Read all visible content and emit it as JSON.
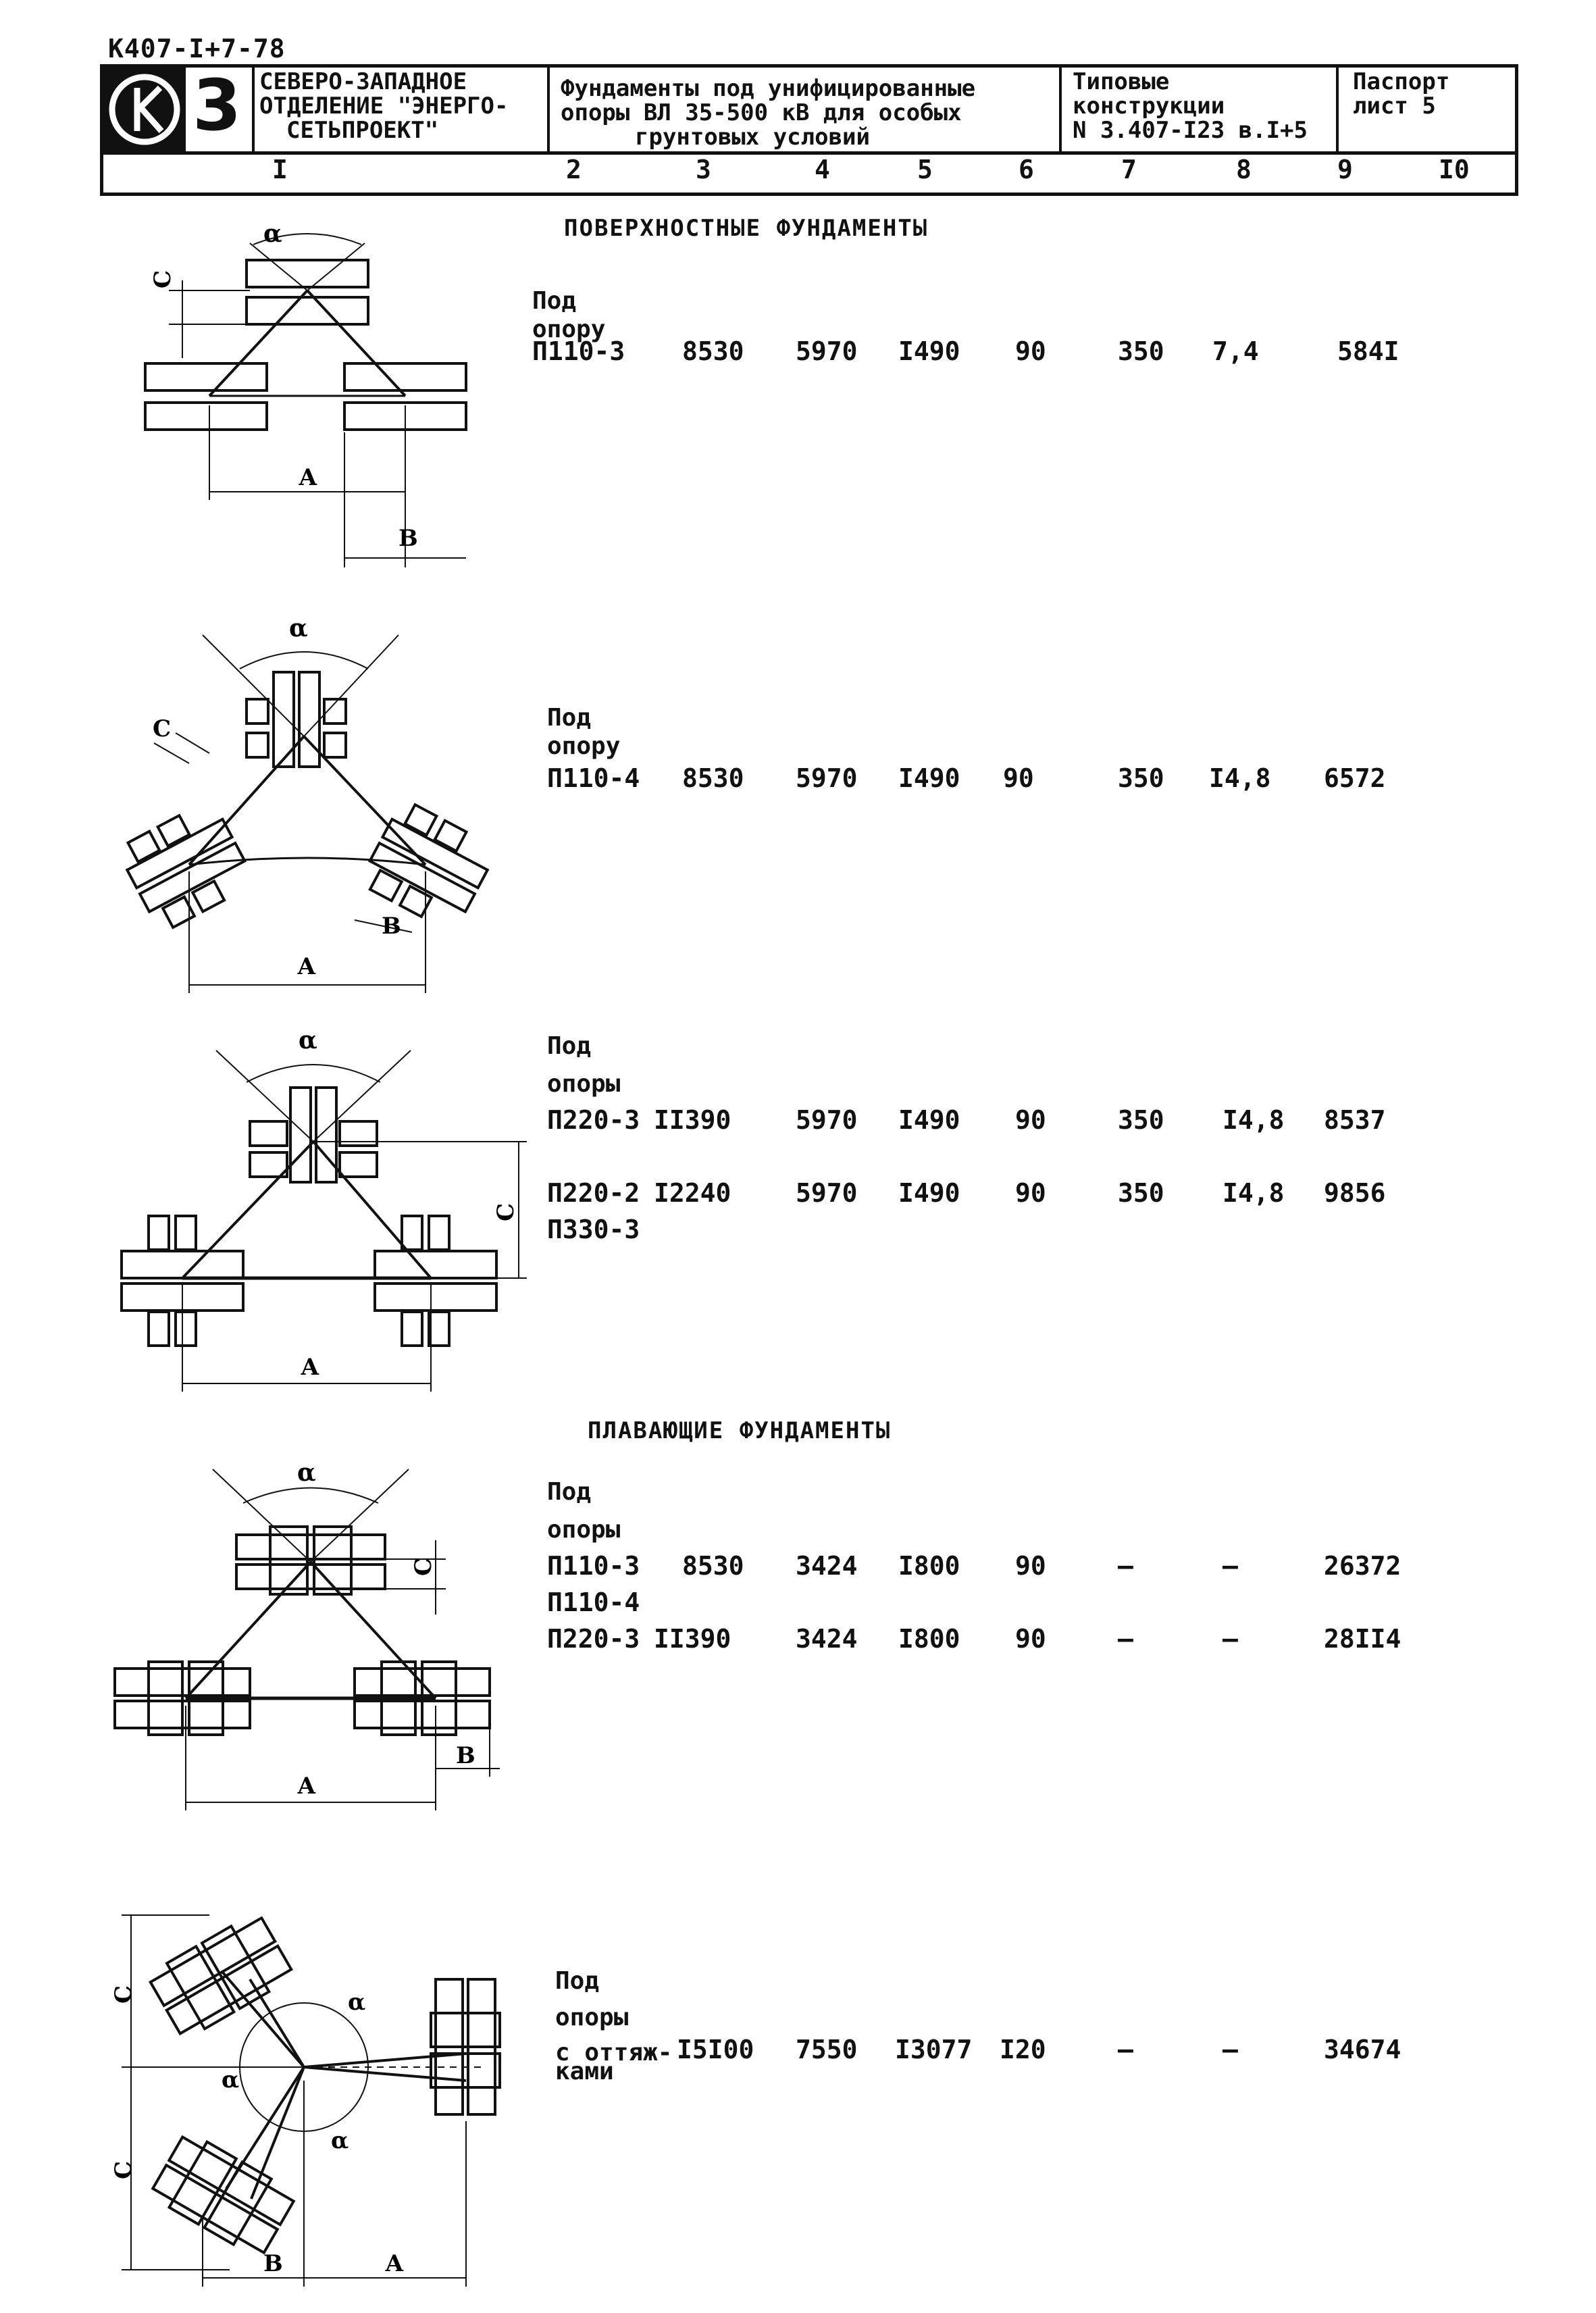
{
  "doc_code": "К407-I+7-78",
  "header": {
    "org_lines": [
      "СЕВЕРО-ЗАПАДНОЕ",
      "ОТДЕЛЕНИЕ \"ЭНЕРГО-",
      "СЕТЬПРОЕКТ\""
    ],
    "title_lines": [
      "Фундаменты под унифицированные",
      "опоры ВЛ 35-500 кВ для особых",
      "грунтовых условий"
    ],
    "series_lines": [
      "Типовые",
      "конструкции",
      "N 3.407-I23 в.I+5"
    ],
    "passport_lines": [
      "Паспорт",
      "лист 5"
    ],
    "column_numbers": [
      "I",
      "2",
      "3",
      "4",
      "5",
      "6",
      "7",
      "8",
      "9",
      "I0"
    ]
  },
  "sections": {
    "surface_title": "ПОВЕРХНОСТНЫЕ ФУНДАМЕНТЫ",
    "floating_title": "ПЛАВАЮЩИЕ ФУНДАМЕНТЫ"
  },
  "diagram_labels": {
    "A": "А",
    "B": "В",
    "C": "С",
    "alpha": "α"
  },
  "blocks": [
    {
      "label": [
        "Под",
        "опору"
      ],
      "rows": [
        {
          "type": "П110-3",
          "c2": "8530",
          "c3": "5970",
          "c4": "I490",
          "c5": "90",
          "c6": "350",
          "c7": "7,4",
          "c8": "584I"
        }
      ]
    },
    {
      "label": [
        "Под",
        "опору"
      ],
      "rows": [
        {
          "type": "П110-4",
          "c2": "8530",
          "c3": "5970",
          "c4": "I490",
          "c5": "90",
          "c6": "350",
          "c7": "I4,8",
          "c8": "6572"
        }
      ]
    },
    {
      "label": [
        "Под",
        "опоры"
      ],
      "rows": [
        {
          "type": "П220-3",
          "c2": "II390",
          "c3": "5970",
          "c4": "I490",
          "c5": "90",
          "c6": "350",
          "c7": "I4,8",
          "c8": "8537"
        },
        {
          "type": "П220-2",
          "c2": "I2240",
          "c3": "5970",
          "c4": "I490",
          "c5": "90",
          "c6": "350",
          "c7": "I4,8",
          "c8": "9856"
        }
      ],
      "extra": "П330-3"
    },
    {
      "label": [
        "Под",
        "опоры"
      ],
      "rows": [
        {
          "type": "П110-3",
          "c2": "8530",
          "c3": "3424",
          "c4": "I800",
          "c5": "90",
          "c6": "–",
          "c7": "–",
          "c8": "26372"
        },
        {
          "type": "П220-3",
          "c2": "II390",
          "c3": "3424",
          "c4": "I800",
          "c5": "90",
          "c6": "–",
          "c7": "–",
          "c8": "28II4"
        }
      ],
      "extra": "П110-4"
    },
    {
      "label": [
        "Под",
        "опоры",
        "с оттяж-",
        "ками"
      ],
      "rows": [
        {
          "c2": "I5I00",
          "c3": "7550",
          "c4": "I3077",
          "c5": "I20",
          "c6": "–",
          "c7": "–",
          "c8": "34674"
        }
      ]
    }
  ]
}
